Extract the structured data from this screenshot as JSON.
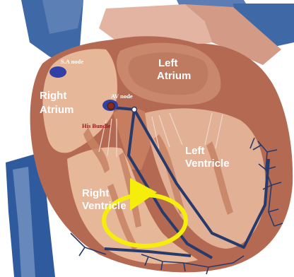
{
  "labels": {
    "sa_node": "S.A node",
    "av_node": "AV node",
    "his_bundle": "His Bundle",
    "right_atrium_line1": "Right",
    "right_atrium_line2": "Atrium",
    "left_atrium_line1": "Left",
    "left_atrium_line2": "Atrium",
    "left_ventricle_line1": "Left",
    "left_ventricle_line2": "Ventricle",
    "right_ventricle_line1": "Right",
    "right_ventricle_line2": "Ventricle"
  },
  "colors": {
    "muscle": "#b46a52",
    "chamber": "#e7b79a",
    "chamber_dark": "#c98a6d",
    "vessel_blue": "#3f68a6",
    "vessel_light": "#8fa8cc",
    "conduction_path": "#263a6b",
    "sa_node": "#3040a6",
    "av_node": "#8a2a1a",
    "highlight": "#f5ee0a",
    "label_red": "#a3141a"
  }
}
